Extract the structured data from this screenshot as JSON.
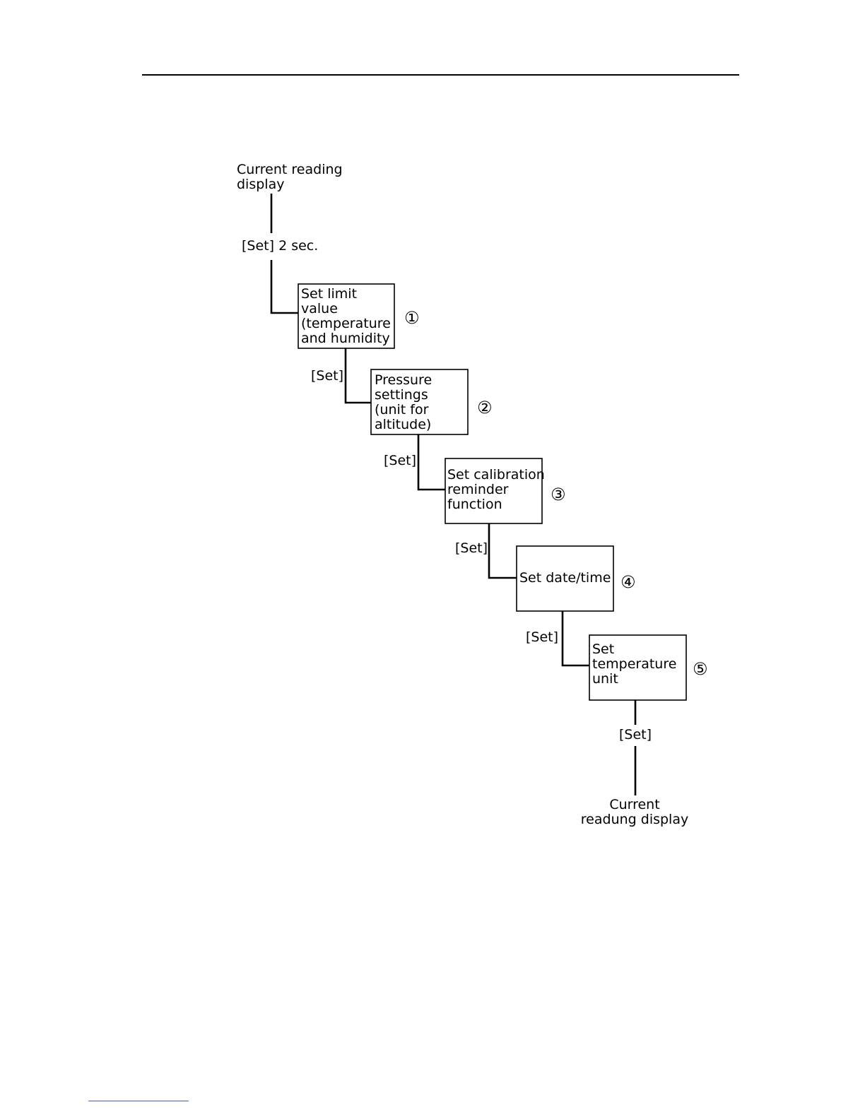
{
  "start": {
    "line1": "Current reading",
    "line2": "display"
  },
  "entry_label": "[Set] 2 sec.",
  "steps": [
    {
      "lines": [
        "Set limit",
        "value",
        "(temperature",
        "and humidity"
      ],
      "number": "①"
    },
    {
      "lines": [
        "Pressure",
        "settings",
        "(unit for",
        "altitude)"
      ],
      "number": "②"
    },
    {
      "lines": [
        "Set calibration",
        "reminder",
        "function"
      ],
      "number": "③"
    },
    {
      "lines": [
        "Set date/time"
      ],
      "number": "④"
    },
    {
      "lines": [
        "Set",
        "temperature",
        "unit"
      ],
      "number": "⑤"
    }
  ],
  "transition_label": "[Set]",
  "end": {
    "line1": "Current",
    "line2": "readung display"
  }
}
